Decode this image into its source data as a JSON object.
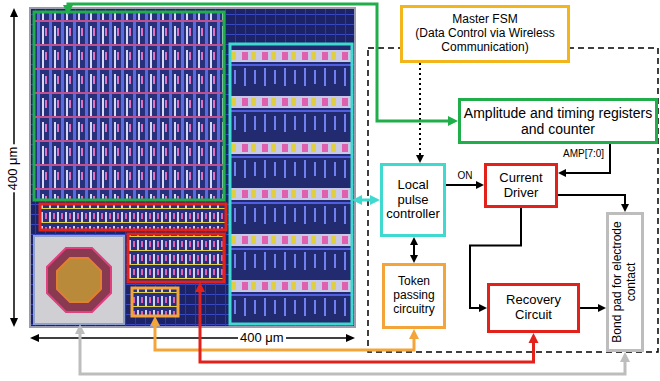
{
  "diagram": {
    "nodes": [
      {
        "text": [
          "Master FSM",
          "(Data Control via Wireless Communication)"
        ]
      },
      {
        "text": [
          "Amplitude and timing registers and counter"
        ]
      },
      {
        "text": [
          "Local pulse controller"
        ]
      },
      {
        "text": [
          "Current Driver"
        ]
      },
      {
        "text": [
          "Token passing circuitry"
        ]
      },
      {
        "text": [
          "Recovery Circuit"
        ]
      },
      {
        "text": [
          "Bond pad for electrode contact"
        ]
      }
    ],
    "edges": [
      {
        "from": 0,
        "to": 2,
        "arrow": "to"
      },
      {
        "from": 1,
        "to": 3,
        "label": "AMP[7:0]",
        "arrow": "to"
      },
      {
        "from": 2,
        "to": 3,
        "label": "ON",
        "arrow": "to"
      },
      {
        "from": 2,
        "to": 4,
        "arrow": "both"
      },
      {
        "from": 3,
        "to": 6,
        "arrow": "to"
      },
      {
        "from": 3,
        "to": 5,
        "arrow": "to"
      },
      {
        "from": 5,
        "to": 6,
        "arrow": "to"
      }
    ],
    "labels": [
      "400 μm",
      "400 μm"
    ]
  }
}
